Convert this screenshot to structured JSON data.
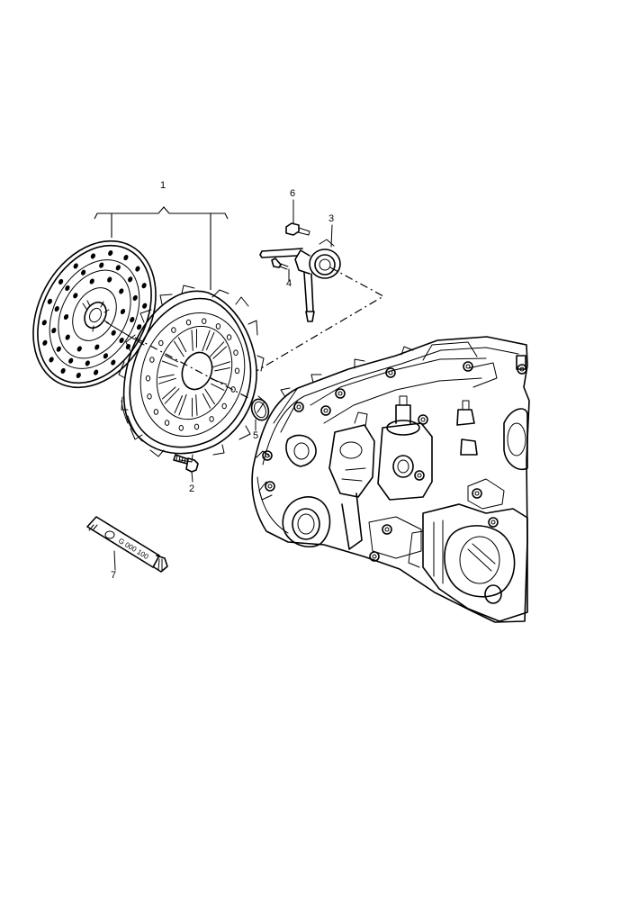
{
  "callouts": {
    "p1": "1",
    "p2": "2",
    "p3": "3",
    "p4": "4",
    "p5": "5",
    "p6": "6",
    "p7": "7"
  },
  "tube_label": "G 000 100",
  "line_color": "#000000",
  "background": "#ffffff"
}
